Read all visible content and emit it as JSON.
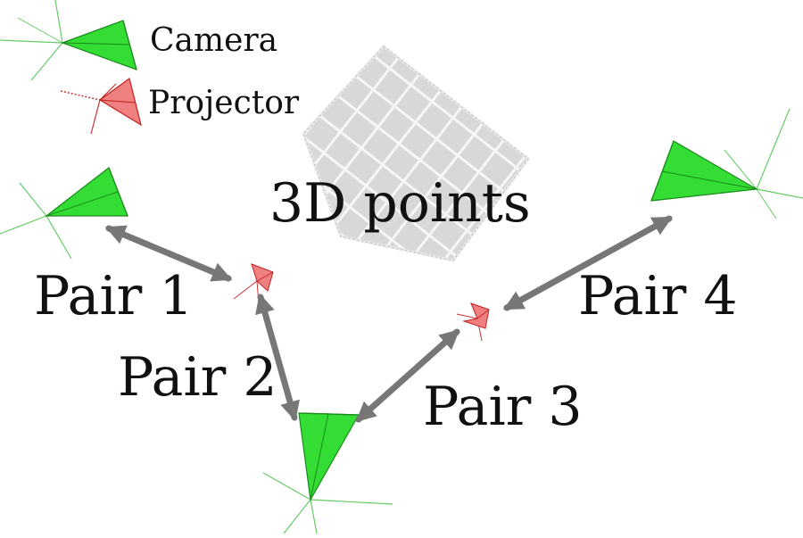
{
  "legend": {
    "camera_label": "Camera",
    "projector_label": "Projector"
  },
  "labels": {
    "points": "3D points",
    "pair1": "Pair 1",
    "pair2": "Pair 2",
    "pair3": "Pair 3",
    "pair4": "Pair 4"
  },
  "colors": {
    "camera_fill": "#33dd33",
    "camera_edge": "#1a8a1a",
    "projector_fill": "#f08080",
    "projector_edge": "#c02020",
    "axis_line": "#66cc66",
    "arrow": "#777777",
    "pointcloud": "#d6d6d6"
  },
  "icons": {
    "camera": "camera-frustum-icon",
    "projector": "projector-frustum-icon"
  }
}
